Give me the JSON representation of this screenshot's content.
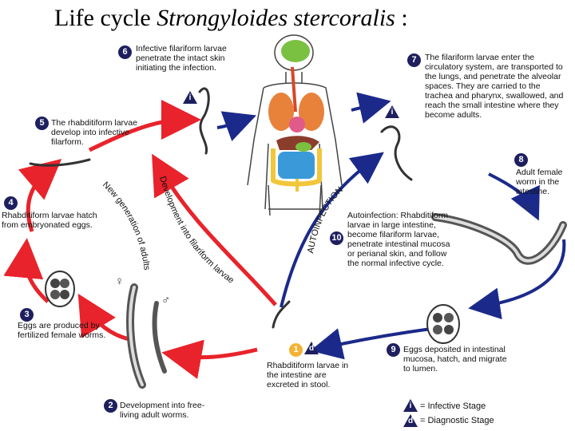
{
  "title": {
    "main": "Life cycle ",
    "species": "Strongyloides stercoralis",
    "suffix": " :"
  },
  "stages": [
    {
      "n": "1",
      "text": "Rhabditiform larvae in the intestine are excreted in stool."
    },
    {
      "n": "2",
      "text": "Development into free-living adult worms."
    },
    {
      "n": "3",
      "text": "Eggs are produced by fertilized female worms."
    },
    {
      "n": "4",
      "text": "Rhabditiform larvae hatch from embryonated eggs."
    },
    {
      "n": "5",
      "text": "The rhabditiform larvae develop into infective filarform."
    },
    {
      "n": "6",
      "text": "Infective filariform larvae penetrate the intact skin initiating the infection."
    },
    {
      "n": "7",
      "text": "The filariform larvae enter the circulatory system, are transported to the lungs, and penetrate the alveolar spaces. They are carried to the trachea and pharynx, swallowed, and reach the small intestine where they become adults."
    },
    {
      "n": "8",
      "text": "Adult female worm in the intestine."
    },
    {
      "n": "9",
      "text": "Eggs deposited in intestinal mucosa, hatch, and migrate to lumen."
    },
    {
      "n": "10",
      "text": "Autoinfection: Rhabditiform larvae in large intestine, become filariform larvae, penetrate intestinal mucosa or perianal skin, and follow the normal infective cycle."
    }
  ],
  "cycle_labels": {
    "new_generation": "New generation of adults",
    "development": "Development into filariform larvae",
    "autoinfection": "AUTOINFECTION"
  },
  "legend": {
    "infective_symbol": "i",
    "infective": "= Infective Stage",
    "diagnostic_symbol": "d",
    "diagnostic": "= Diagnostic Stage"
  },
  "sex_symbols": {
    "female": "♀",
    "male": "♂"
  },
  "colors": {
    "red_arrow": "#e8232b",
    "blue_arrow": "#1b2a8a",
    "badge": "#1d1f5e",
    "badge_gold": "#f2b335"
  }
}
